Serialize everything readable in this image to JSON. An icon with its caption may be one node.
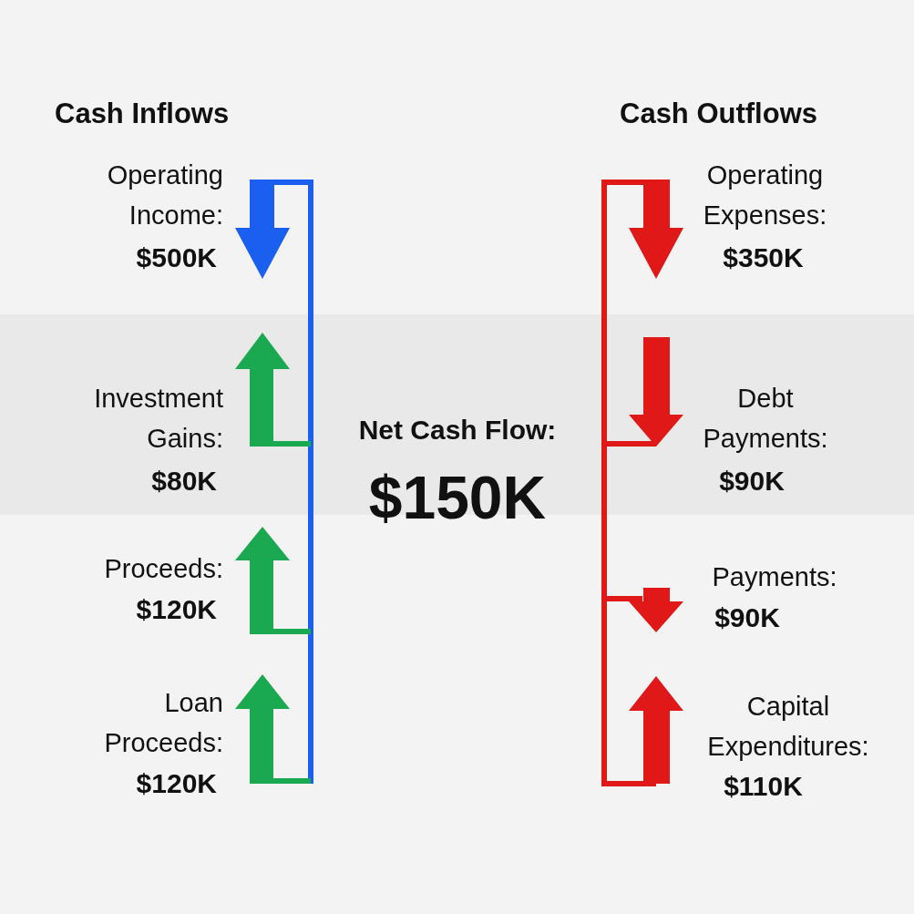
{
  "diagram": {
    "labels": [
      "Cash Inflows",
      "Cash Outflows",
      "Operating Income:",
      "$500K",
      "Operating Expenses:",
      "$350K",
      "Investment Gains:",
      "$80K",
      "Net Cash Flow:",
      "$150K",
      "Debt Payments:",
      "$90K",
      "Proceeds:",
      "$120K",
      "Payments:",
      "$90K",
      "Loan Proceeds:",
      "$120K",
      "Capital Expenditures:",
      "$110K"
    ]
  }
}
